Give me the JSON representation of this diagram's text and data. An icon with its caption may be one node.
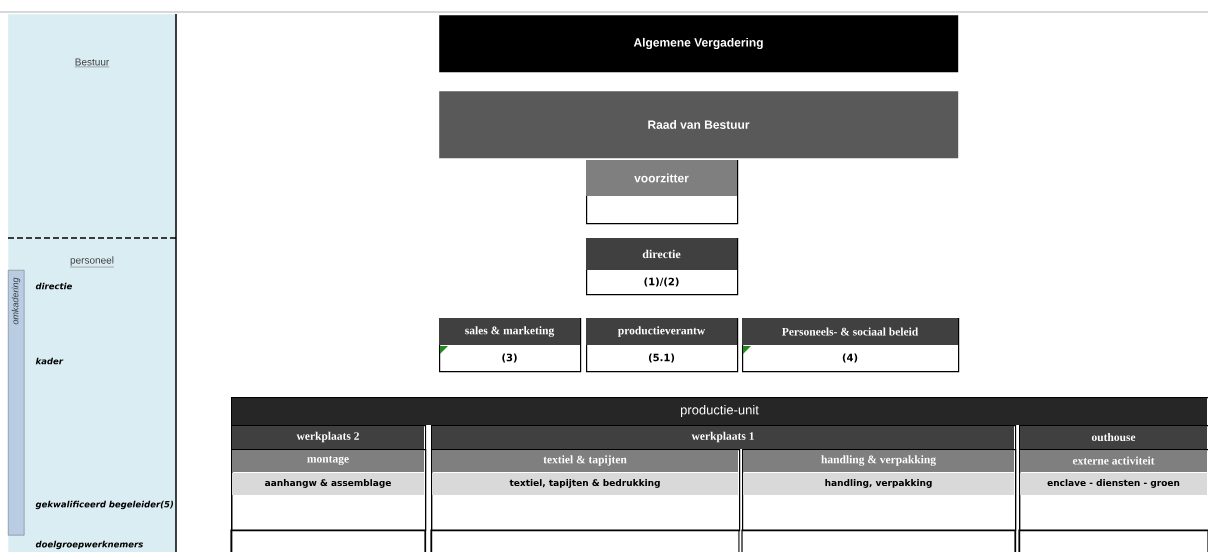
{
  "diagram": {
    "nodes": [
      {
        "text": [
          "Bestuur"
        ]
      },
      {
        "text": [
          "personeel"
        ]
      },
      {
        "text": [
          "omkadering"
        ],
        "in": 1
      },
      {
        "text": [
          "Algemene Vergadering"
        ]
      },
      {
        "text": [
          "Raad van Bestuur"
        ]
      },
      {
        "text": [
          "voorzitter"
        ]
      },
      {
        "text": [
          "directie",
          "(1)/(2)"
        ]
      },
      {
        "text": [
          "sales & marketing",
          "(3)"
        ]
      },
      {
        "text": [
          "productieverantw",
          "(5.1)"
        ]
      },
      {
        "text": [
          "Personeels- & sociaal beleid",
          "(4)"
        ]
      },
      {
        "text": [
          "productie-unit"
        ]
      },
      {
        "text": [
          "werkplaats 2"
        ],
        "in": 10
      },
      {
        "text": [
          "werkplaats 1"
        ],
        "in": 10
      },
      {
        "text": [
          "outhouse"
        ],
        "in": 10
      },
      {
        "text": [
          "montage",
          "aanhangw & assemblage"
        ],
        "in": 11
      },
      {
        "text": [
          "textiel & tapijten",
          "textiel, tapijten & bedrukking"
        ],
        "in": 12
      },
      {
        "text": [
          "handling & verpakking",
          "handling, verpakking"
        ],
        "in": 12
      },
      {
        "text": [
          "externe activiteit",
          "enclave - diensten - groen"
        ],
        "in": 13
      }
    ],
    "labels": [
      "directie",
      "kader",
      "gekwalificeerd begeleider(5)",
      "doelgroepwerknemers"
    ]
  }
}
